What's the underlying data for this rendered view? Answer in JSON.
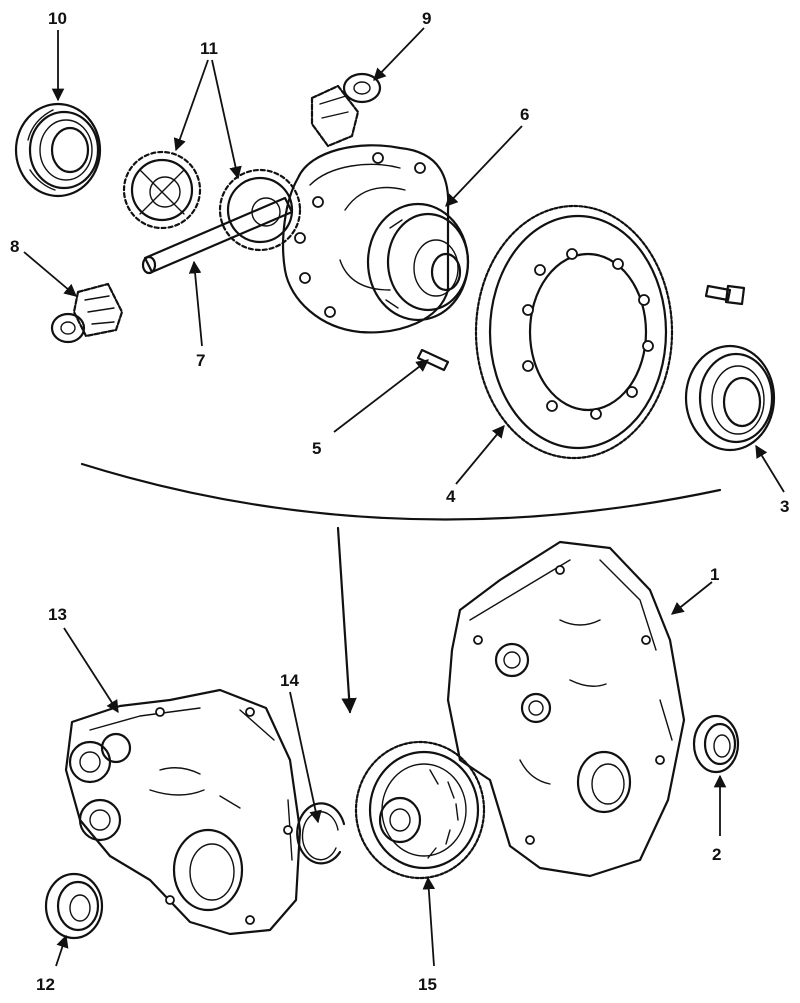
{
  "callouts": [
    {
      "id": "1",
      "label": "1"
    },
    {
      "id": "2",
      "label": "2"
    },
    {
      "id": "3",
      "label": "3"
    },
    {
      "id": "4",
      "label": "4"
    },
    {
      "id": "5",
      "label": "5"
    },
    {
      "id": "6",
      "label": "6"
    },
    {
      "id": "7",
      "label": "7"
    },
    {
      "id": "8",
      "label": "8"
    },
    {
      "id": "9",
      "label": "9"
    },
    {
      "id": "10",
      "label": "10"
    },
    {
      "id": "11",
      "label": "11"
    },
    {
      "id": "12",
      "label": "12"
    },
    {
      "id": "13",
      "label": "13"
    },
    {
      "id": "14",
      "label": "14"
    },
    {
      "id": "15",
      "label": "15"
    }
  ],
  "colors": {
    "ink": "#111111",
    "paper": "#ffffff"
  }
}
